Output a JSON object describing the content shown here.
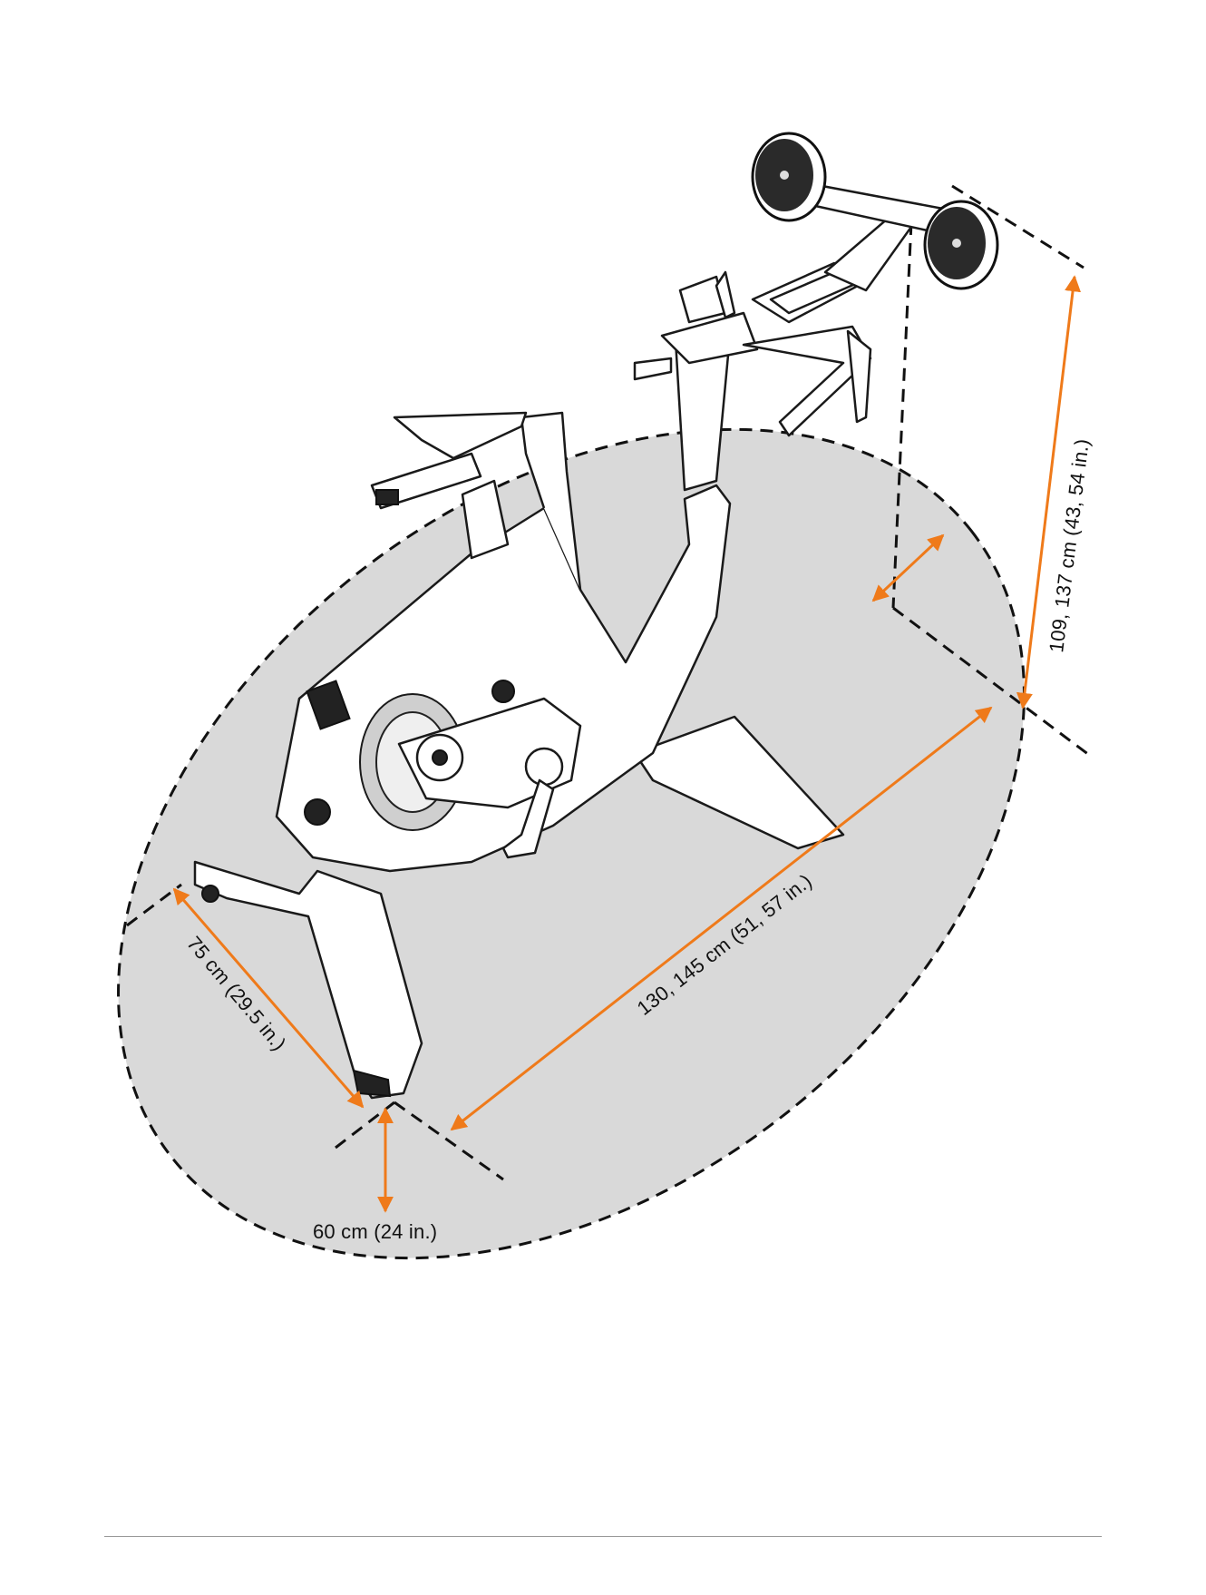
{
  "diagram": {
    "dimensions": {
      "side_clearance": "75 cm (29.5 in.)",
      "length": "130, 145 cm (51, 57 in.)",
      "height": "109, 137 cm (43, 54 in.)",
      "rear_clearance": "60 cm (24 in.)"
    },
    "colors": {
      "arrow": "#ef7a1a",
      "floor_area": "#d9d9d9",
      "outline": "#111111"
    }
  }
}
